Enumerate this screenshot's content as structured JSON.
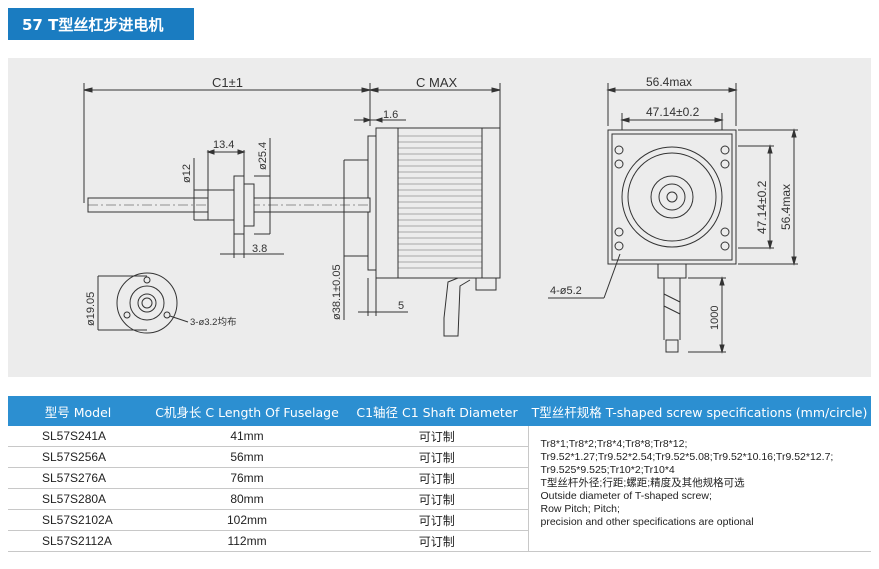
{
  "header": {
    "title": "57 T型丝杠步进电机"
  },
  "drawing": {
    "dim_c1": "C1±1",
    "dim_cmax": "C  MAX",
    "dim_1_6": "1.6",
    "dim_13_4": "13.4",
    "dim_d12": "ø12",
    "dim_d25_4": "ø25.4",
    "dim_3_8": "3.8",
    "dim_d38_1": "ø38.1±0.05",
    "dim_5": "5",
    "dim_d19_05": "ø19.05",
    "dim_holes_3": "3-ø3.2均布",
    "dim_56_4max_top": "56.4max",
    "dim_47_14_top": "47.14±0.2",
    "dim_47_14_side": "47.14±0.2",
    "dim_56_4max_side": "56.4max",
    "dim_holes_4": "4-ø5.2",
    "dim_1000": "1000"
  },
  "table": {
    "headers": [
      "型号 Model",
      "C机身长 C Length Of Fuselage",
      "C1轴径 C1 Shaft Diameter",
      "T型丝杆规格 T-shaped screw specifications (mm/circle)"
    ],
    "rows": [
      [
        "SL57S241A",
        "41mm",
        "可订制"
      ],
      [
        "SL57S256A",
        "56mm",
        "可订制"
      ],
      [
        "SL57S276A",
        "76mm",
        "可订制"
      ],
      [
        "SL57S280A",
        "80mm",
        "可订制"
      ],
      [
        "SL57S2102A",
        "102mm",
        "可订制"
      ],
      [
        "SL57S2112A",
        "112mm",
        "可订制"
      ]
    ],
    "description": [
      "Tr8*1;Tr8*2;Tr8*4;Tr8*8;Tr8*12;",
      "Tr9.52*1.27;Tr9.52*2.54;Tr9.52*5.08;Tr9.52*10.16;Tr9.52*12.7;",
      "Tr9.525*9.525;Tr10*2;Tr10*4",
      "T型丝杆外径;行距;螺距;精度及其他规格可选",
      "Outside diameter of T-shaped screw;",
      "Row Pitch; Pitch;",
      "precision and other specifications are optional"
    ]
  }
}
